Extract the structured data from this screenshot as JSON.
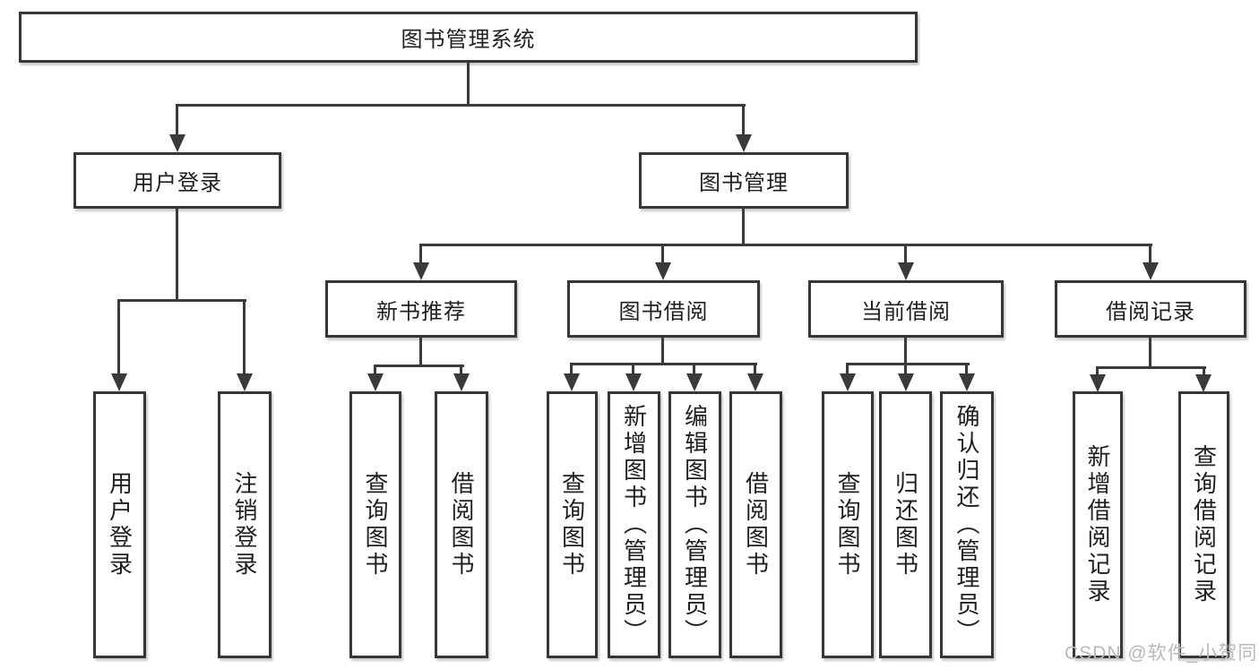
{
  "diagram_title": "图书管理系统",
  "tree": {
    "label": "图书管理系统",
    "children": [
      {
        "label": "用户登录",
        "children": [
          {
            "label": "用户登录"
          },
          {
            "label": "注销登录"
          }
        ]
      },
      {
        "label": "图书管理",
        "children": [
          {
            "label": "新书推荐",
            "children": [
              {
                "label": "查询图书"
              },
              {
                "label": "借阅图书"
              }
            ]
          },
          {
            "label": "图书借阅",
            "children": [
              {
                "label": "查询图书"
              },
              {
                "label": "新增图书（管理员）"
              },
              {
                "label": "编辑图书（管理员）"
              },
              {
                "label": "借阅图书"
              }
            ]
          },
          {
            "label": "当前借阅",
            "children": [
              {
                "label": "查询图书"
              },
              {
                "label": "归还图书"
              },
              {
                "label": "确认归还（管理员）"
              }
            ]
          },
          {
            "label": "借阅记录",
            "children": [
              {
                "label": "新增借阅记录"
              },
              {
                "label": "查询借阅记录"
              }
            ]
          }
        ]
      }
    ]
  },
  "watermark": "CSDN @软件_小贺同学",
  "colors": {
    "line": "#3a3a3a",
    "border": "#363636",
    "text": "#1f1f1f",
    "box_fill": "#ffffff",
    "background": "#ffffff",
    "watermark": "#b9b9b9"
  }
}
